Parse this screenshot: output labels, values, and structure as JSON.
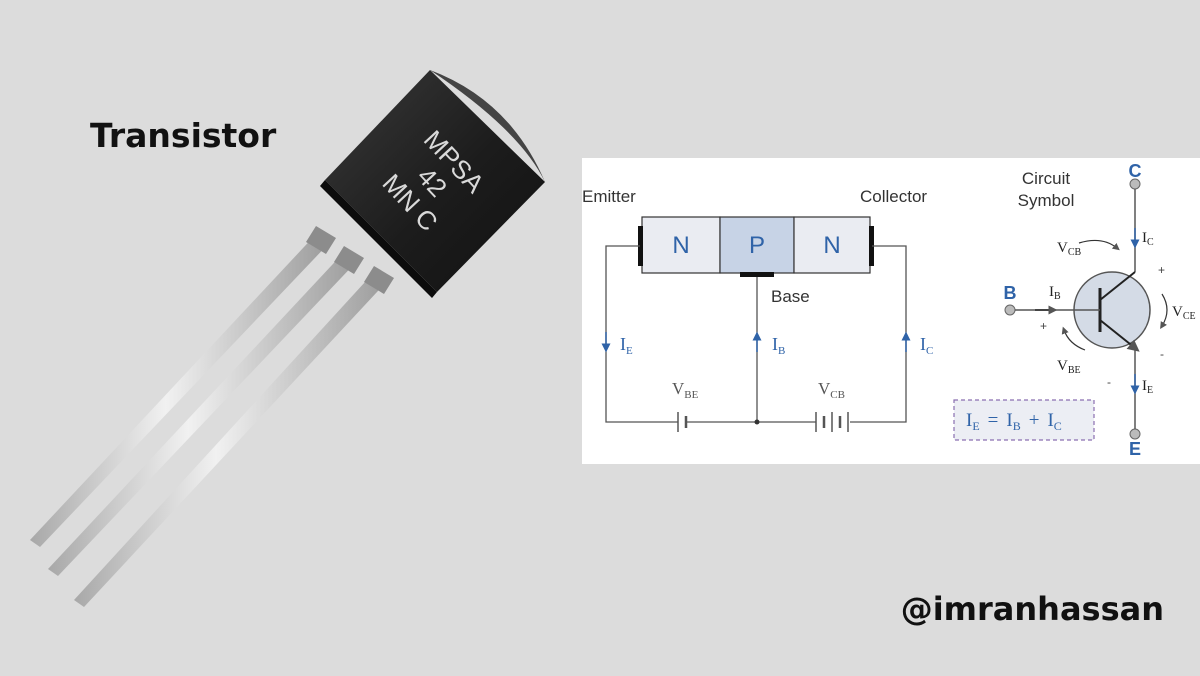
{
  "title": "Transistor",
  "handle": "@imranhassan",
  "component_marking": [
    "MPSA",
    "42",
    "MN C"
  ],
  "colors": {
    "background": "#dcdcdc",
    "diagram_panel": "#ffffff",
    "accent_blue": "#2f63a8",
    "n_region": "#eaecf2",
    "p_region": "#c7d3e6"
  },
  "diagram": {
    "emitter_label": "Emitter",
    "collector_label": "Collector",
    "base_label": "Base",
    "regions": [
      "N",
      "P",
      "N"
    ],
    "currents": {
      "ie": "I",
      "ie_sub": "E",
      "ib": "I",
      "ib_sub": "B",
      "ic": "I",
      "ic_sub": "C"
    },
    "voltages": {
      "vbe": "V",
      "vbe_sub": "BE",
      "vcb": "V",
      "vcb_sub": "CB"
    }
  },
  "symbol": {
    "caption_line1": "Circuit",
    "caption_line2": "Symbol",
    "terminal_c": "C",
    "terminal_b": "B",
    "terminal_e": "E",
    "ic": "I",
    "ic_sub": "C",
    "ib": "I",
    "ib_sub": "B",
    "ie": "I",
    "ie_sub": "E",
    "vcb": "V",
    "vcb_sub": "CB",
    "vbe": "V",
    "vbe_sub": "BE",
    "vce": "V",
    "vce_sub": "CE",
    "plus": "+",
    "minus": "-"
  },
  "equation": {
    "i1": "I",
    "s1": "E",
    "eq": "=",
    "i2": "I",
    "s2": "B",
    "plus": "+",
    "i3": "I",
    "s3": "C"
  }
}
